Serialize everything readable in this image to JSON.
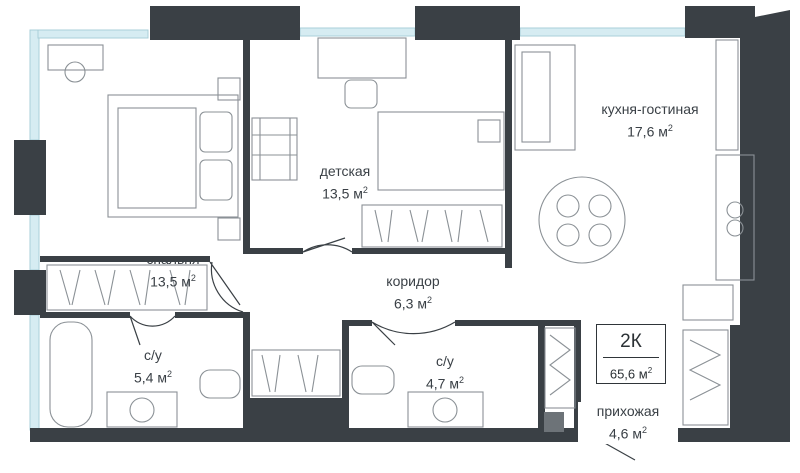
{
  "rooms": {
    "bedroom": {
      "name": "спальня",
      "area": "13,5 м",
      "unit_sup": "2"
    },
    "kids": {
      "name": "детская",
      "area": "13,5 м",
      "unit_sup": "2"
    },
    "kitchen": {
      "name": "кухня-гостиная",
      "area": "17,6 м",
      "unit_sup": "2"
    },
    "corridor": {
      "name": "коридор",
      "area": "6,3 м",
      "unit_sup": "2"
    },
    "bath1": {
      "name": "с/у",
      "area": "5,4 м",
      "unit_sup": "2"
    },
    "bath2": {
      "name": "с/у",
      "area": "4,7 м",
      "unit_sup": "2"
    },
    "hall": {
      "name": "прихожая",
      "area": "4,6 м",
      "unit_sup": "2"
    }
  },
  "summary": {
    "type": "2К",
    "total_area": "65,6 м",
    "unit_sup": "2"
  },
  "colors": {
    "wall": "#3a4045",
    "window": "#d6ecf2",
    "furniture": "#8b9196",
    "floor": "#ffffff"
  }
}
